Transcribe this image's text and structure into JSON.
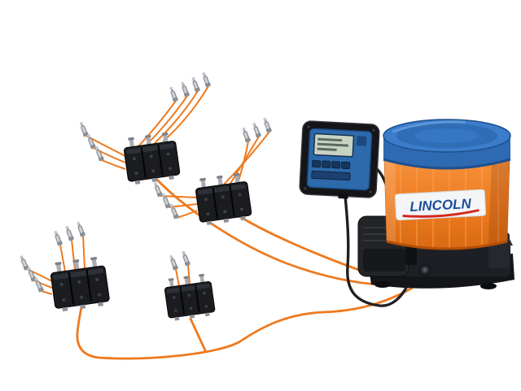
{
  "diagram": {
    "type": "equipment-schematic",
    "system": "automatic-lubrication-system",
    "background_color": "#ffffff"
  },
  "pump": {
    "brand_label": "LINCOLN",
    "reservoir_color": "#ec7a1f",
    "lid_color": "#3b7ccb",
    "base_color": "#1e1f24",
    "label_background": "#f3f5f7",
    "label_text_color": "#1d4e9b",
    "label_stripe_color": "#d5281c"
  },
  "controller": {
    "case_color": "#141518",
    "panel_color": "#2d6aac",
    "screen_color": "#c9d3c4",
    "button_color": "#16365e"
  },
  "network": {
    "feed_line_color": "#ee7a1f",
    "cable_color": "#202024",
    "divider_block_color": "#1b1c20",
    "fitting_color": "#c3c8cd",
    "divider_block_count": 4,
    "lube_point_count": 21,
    "cable_count": 2
  }
}
